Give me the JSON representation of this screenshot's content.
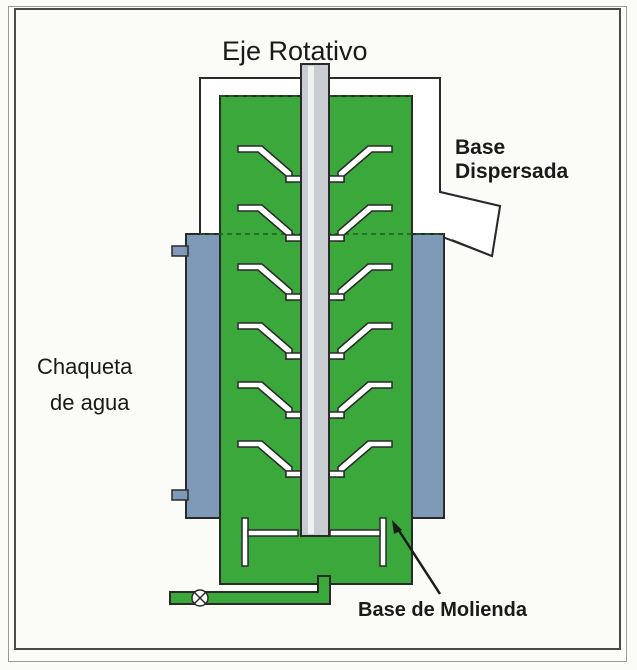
{
  "diagram": {
    "labels": {
      "rotating_shaft": "Eje Rotativo",
      "dispersed_base_line1": "Base",
      "dispersed_base_line2": "Dispersada",
      "water_jacket_line1": "Chaqueta",
      "water_jacket_line2": "de agua",
      "grinding_base": "Base de Molienda"
    },
    "colors": {
      "green": "#3aa83a",
      "blue": "#7e9ab8",
      "outline": "#2a2a2a",
      "background": "#fbfbf8"
    },
    "agitator_arm_rows": 6
  }
}
